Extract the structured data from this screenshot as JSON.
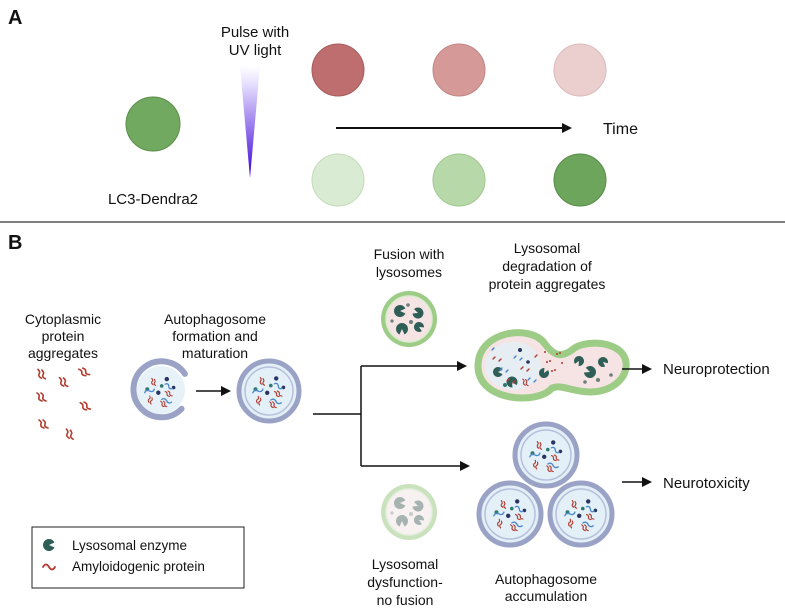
{
  "panel_a": {
    "letter": "A",
    "pulse_label": [
      "Pulse with",
      "UV light"
    ],
    "construct_label": "LC3-Dendra2",
    "time_label": "Time",
    "colors": {
      "green_initial": "#72a960",
      "red_timepoints": [
        "#bf6e6f",
        "#d59a98",
        "#ebcfcf"
      ],
      "green_timepoints": [
        "#d9ebd3",
        "#b7d8a9",
        "#6da55c"
      ],
      "uv_gradient": [
        "#ffffff",
        "#3b00d6"
      ]
    }
  },
  "panel_b": {
    "letter": "B",
    "labels": {
      "cytoplasmic": [
        "Cytoplasmic",
        "protein",
        "aggregates"
      ],
      "autophagosome_formation": [
        "Autophagosome",
        "formation and",
        "maturation"
      ],
      "fusion": [
        "Fusion with",
        "lysosomes"
      ],
      "lysosomal_degradation": [
        "Lysosomal",
        "degradation of",
        "protein aggregates"
      ],
      "lysosomal_dysfunction": [
        "Lysosomal",
        "dysfunction-",
        "no fusion"
      ],
      "autophagosome_accumulation": [
        "Autophagosome",
        "accumulation"
      ],
      "neuroprotection": "Neuroprotection",
      "neurotoxicity": "Neurotoxicity"
    },
    "legend": {
      "items": [
        {
          "icon": "lysosomal-enzyme-icon",
          "label": "Lysosomal enzyme"
        },
        {
          "icon": "amyloidogenic-protein-icon",
          "label": "Amyloidogenic protein"
        }
      ]
    },
    "colors": {
      "membrane_blue": "#9aa3c6",
      "lumen_blue": "#e3f0f7",
      "membrane_green": "#9ccc86",
      "lumen_pink": "#f6e4e4",
      "enzyme": "#2f5e57",
      "amyloid": "#b33a2e",
      "fiber": "#4a86c9",
      "dot": "#2c3560"
    }
  }
}
